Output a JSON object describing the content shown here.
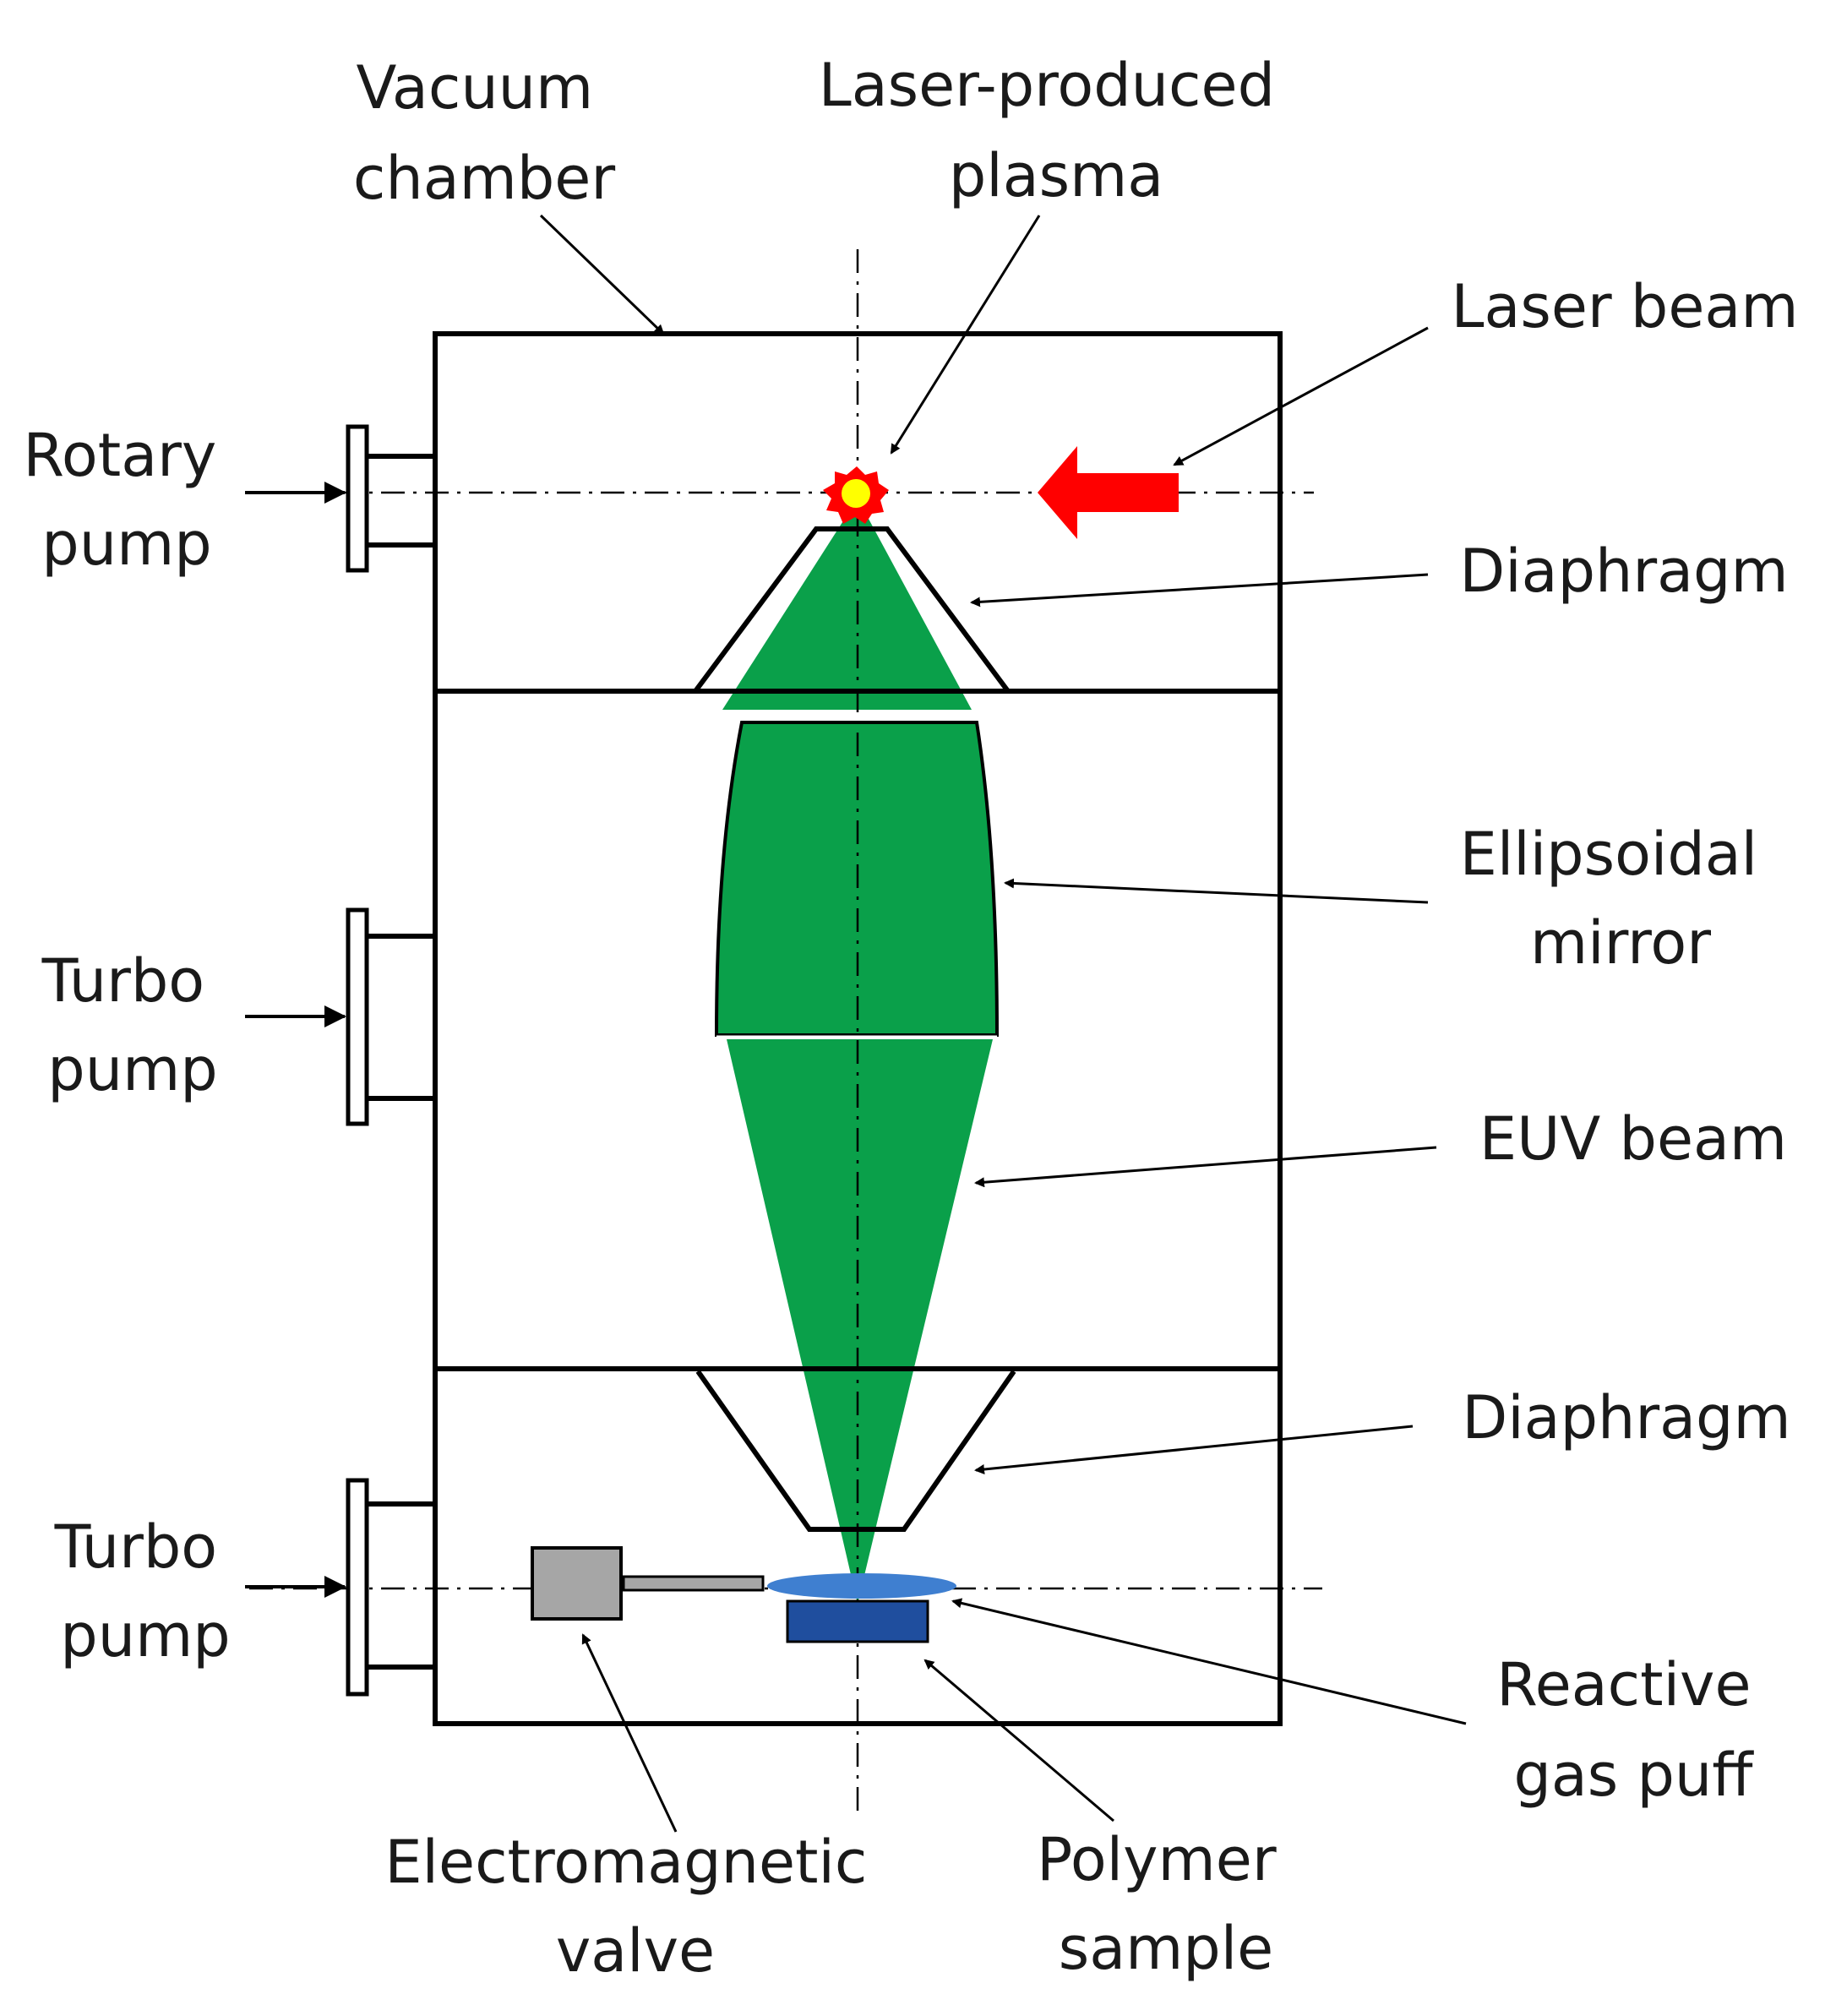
{
  "labels": {
    "vacuum_chamber": [
      "Vacuum",
      "chamber"
    ],
    "laser_plasma": [
      "Laser-produced",
      "plasma"
    ],
    "laser_beam": [
      "Laser beam"
    ],
    "rotary_pump": [
      "Rotary",
      "pump"
    ],
    "diaphragm_top": [
      "Diaphragm"
    ],
    "ellipsoidal_mirror": [
      "Ellipsoidal",
      "mirror"
    ],
    "turbo_pump_1": [
      "Turbo",
      "pump"
    ],
    "euv_beam": [
      "EUV beam"
    ],
    "diaphragm_bottom": [
      "Diaphragm"
    ],
    "turbo_pump_2": [
      "Turbo",
      "pump"
    ],
    "reactive_gas_puff": [
      "Reactive",
      "gas puff"
    ],
    "electromagnetic_valve": [
      "Electromagnetic",
      "valve"
    ],
    "polymer_sample": [
      "Polymer",
      "sample"
    ]
  },
  "colors": {
    "beam_green": "#0aa04a",
    "laser_red": "#ff0000",
    "plasma_yellow": "#ffff00",
    "gas_puff_blue": "#3f7fd0",
    "sample_blue": "#1f4e9e",
    "valve_gray": "#a6a6a6"
  }
}
